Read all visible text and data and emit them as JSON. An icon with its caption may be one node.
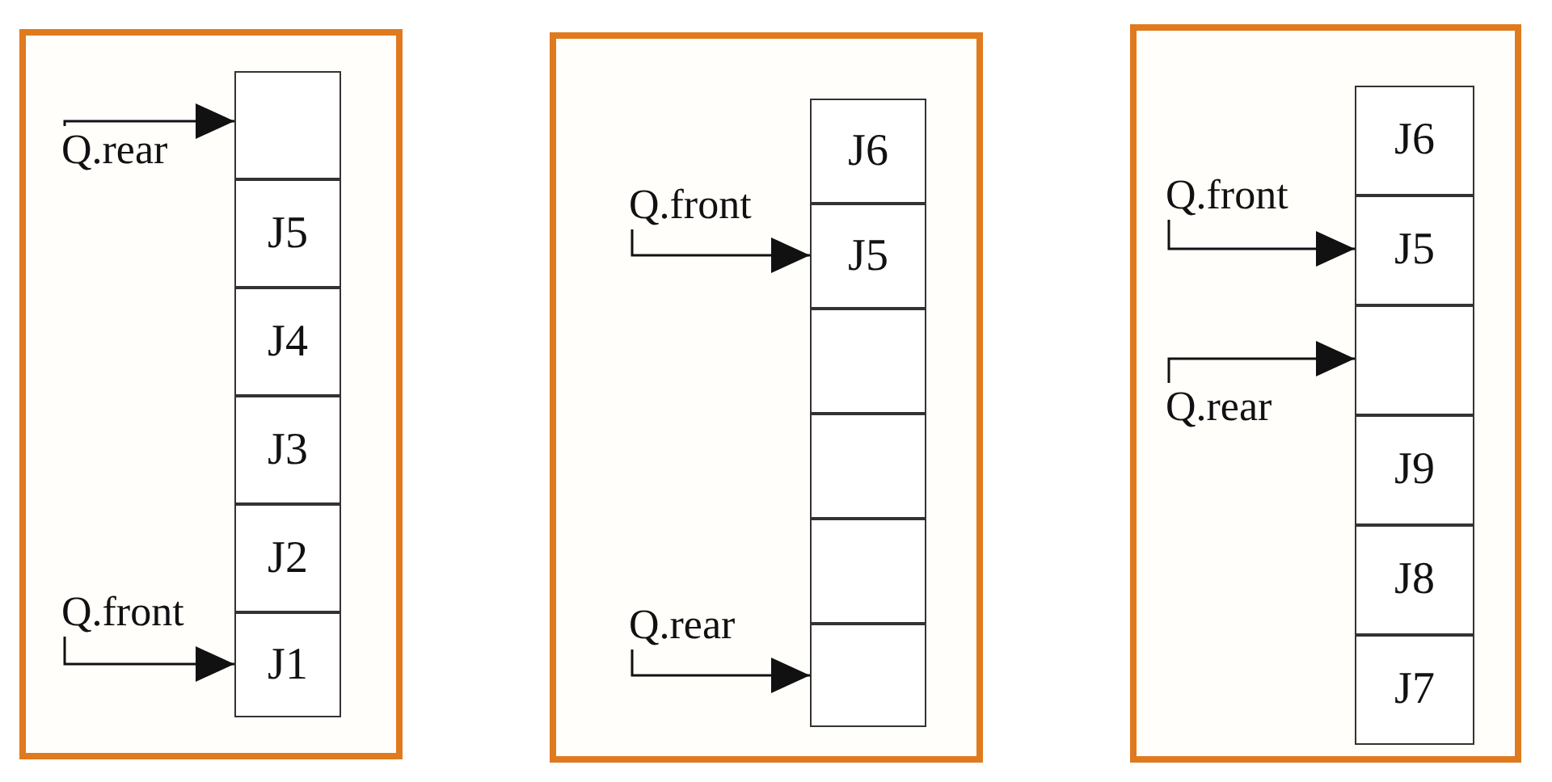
{
  "diagram": {
    "nodes": [
      {
        "text": [],
        "shape": "box"
      },
      {
        "text": [
          "Q.rear"
        ],
        "in": 0
      },
      {
        "text": [],
        "shape": "box",
        "in": 0
      },
      {
        "text": [
          "J5"
        ],
        "in": 0
      },
      {
        "text": [
          "J4"
        ],
        "in": 0
      },
      {
        "text": [
          "J3"
        ],
        "in": 0
      },
      {
        "text": [
          "J2"
        ],
        "in": 0
      },
      {
        "text": [
          "Q.front"
        ],
        "in": 0
      },
      {
        "text": [
          "J1"
        ],
        "in": 0
      },
      {
        "text": [],
        "shape": "box"
      },
      {
        "text": [
          "J6"
        ],
        "in": 9
      },
      {
        "text": [
          "Q.front"
        ],
        "in": 9
      },
      {
        "text": [
          "J5"
        ],
        "in": 9
      },
      {
        "text": [],
        "shape": "box",
        "in": 9
      },
      {
        "text": [],
        "shape": "box",
        "in": 9
      },
      {
        "text": [],
        "shape": "box",
        "in": 9
      },
      {
        "text": [
          "Q.rear"
        ],
        "in": 9
      },
      {
        "text": [],
        "shape": "box",
        "in": 9
      },
      {
        "text": [],
        "shape": "box"
      },
      {
        "text": [
          "J6"
        ],
        "in": 18
      },
      {
        "text": [
          "Q.front"
        ],
        "in": 18
      },
      {
        "text": [
          "J5"
        ],
        "in": 18
      },
      {
        "text": [],
        "shape": "box",
        "in": 18
      },
      {
        "text": [
          "Q.rear"
        ],
        "in": 18
      },
      {
        "text": [
          "J9"
        ],
        "in": 18
      },
      {
        "text": [
          "J8"
        ],
        "in": 18
      },
      {
        "text": [
          "J7"
        ],
        "in": 18
      }
    ],
    "edges": [
      {
        "from": 1,
        "to": 2,
        "arrow": "to"
      },
      {
        "from": 7,
        "to": 8,
        "arrow": "to"
      },
      {
        "from": 11,
        "to": 12,
        "arrow": "to"
      },
      {
        "from": 16,
        "to": 17,
        "arrow": "to"
      },
      {
        "from": 20,
        "to": 21,
        "arrow": "to"
      },
      {
        "from": 23,
        "to": 22,
        "arrow": "to"
      }
    ]
  }
}
